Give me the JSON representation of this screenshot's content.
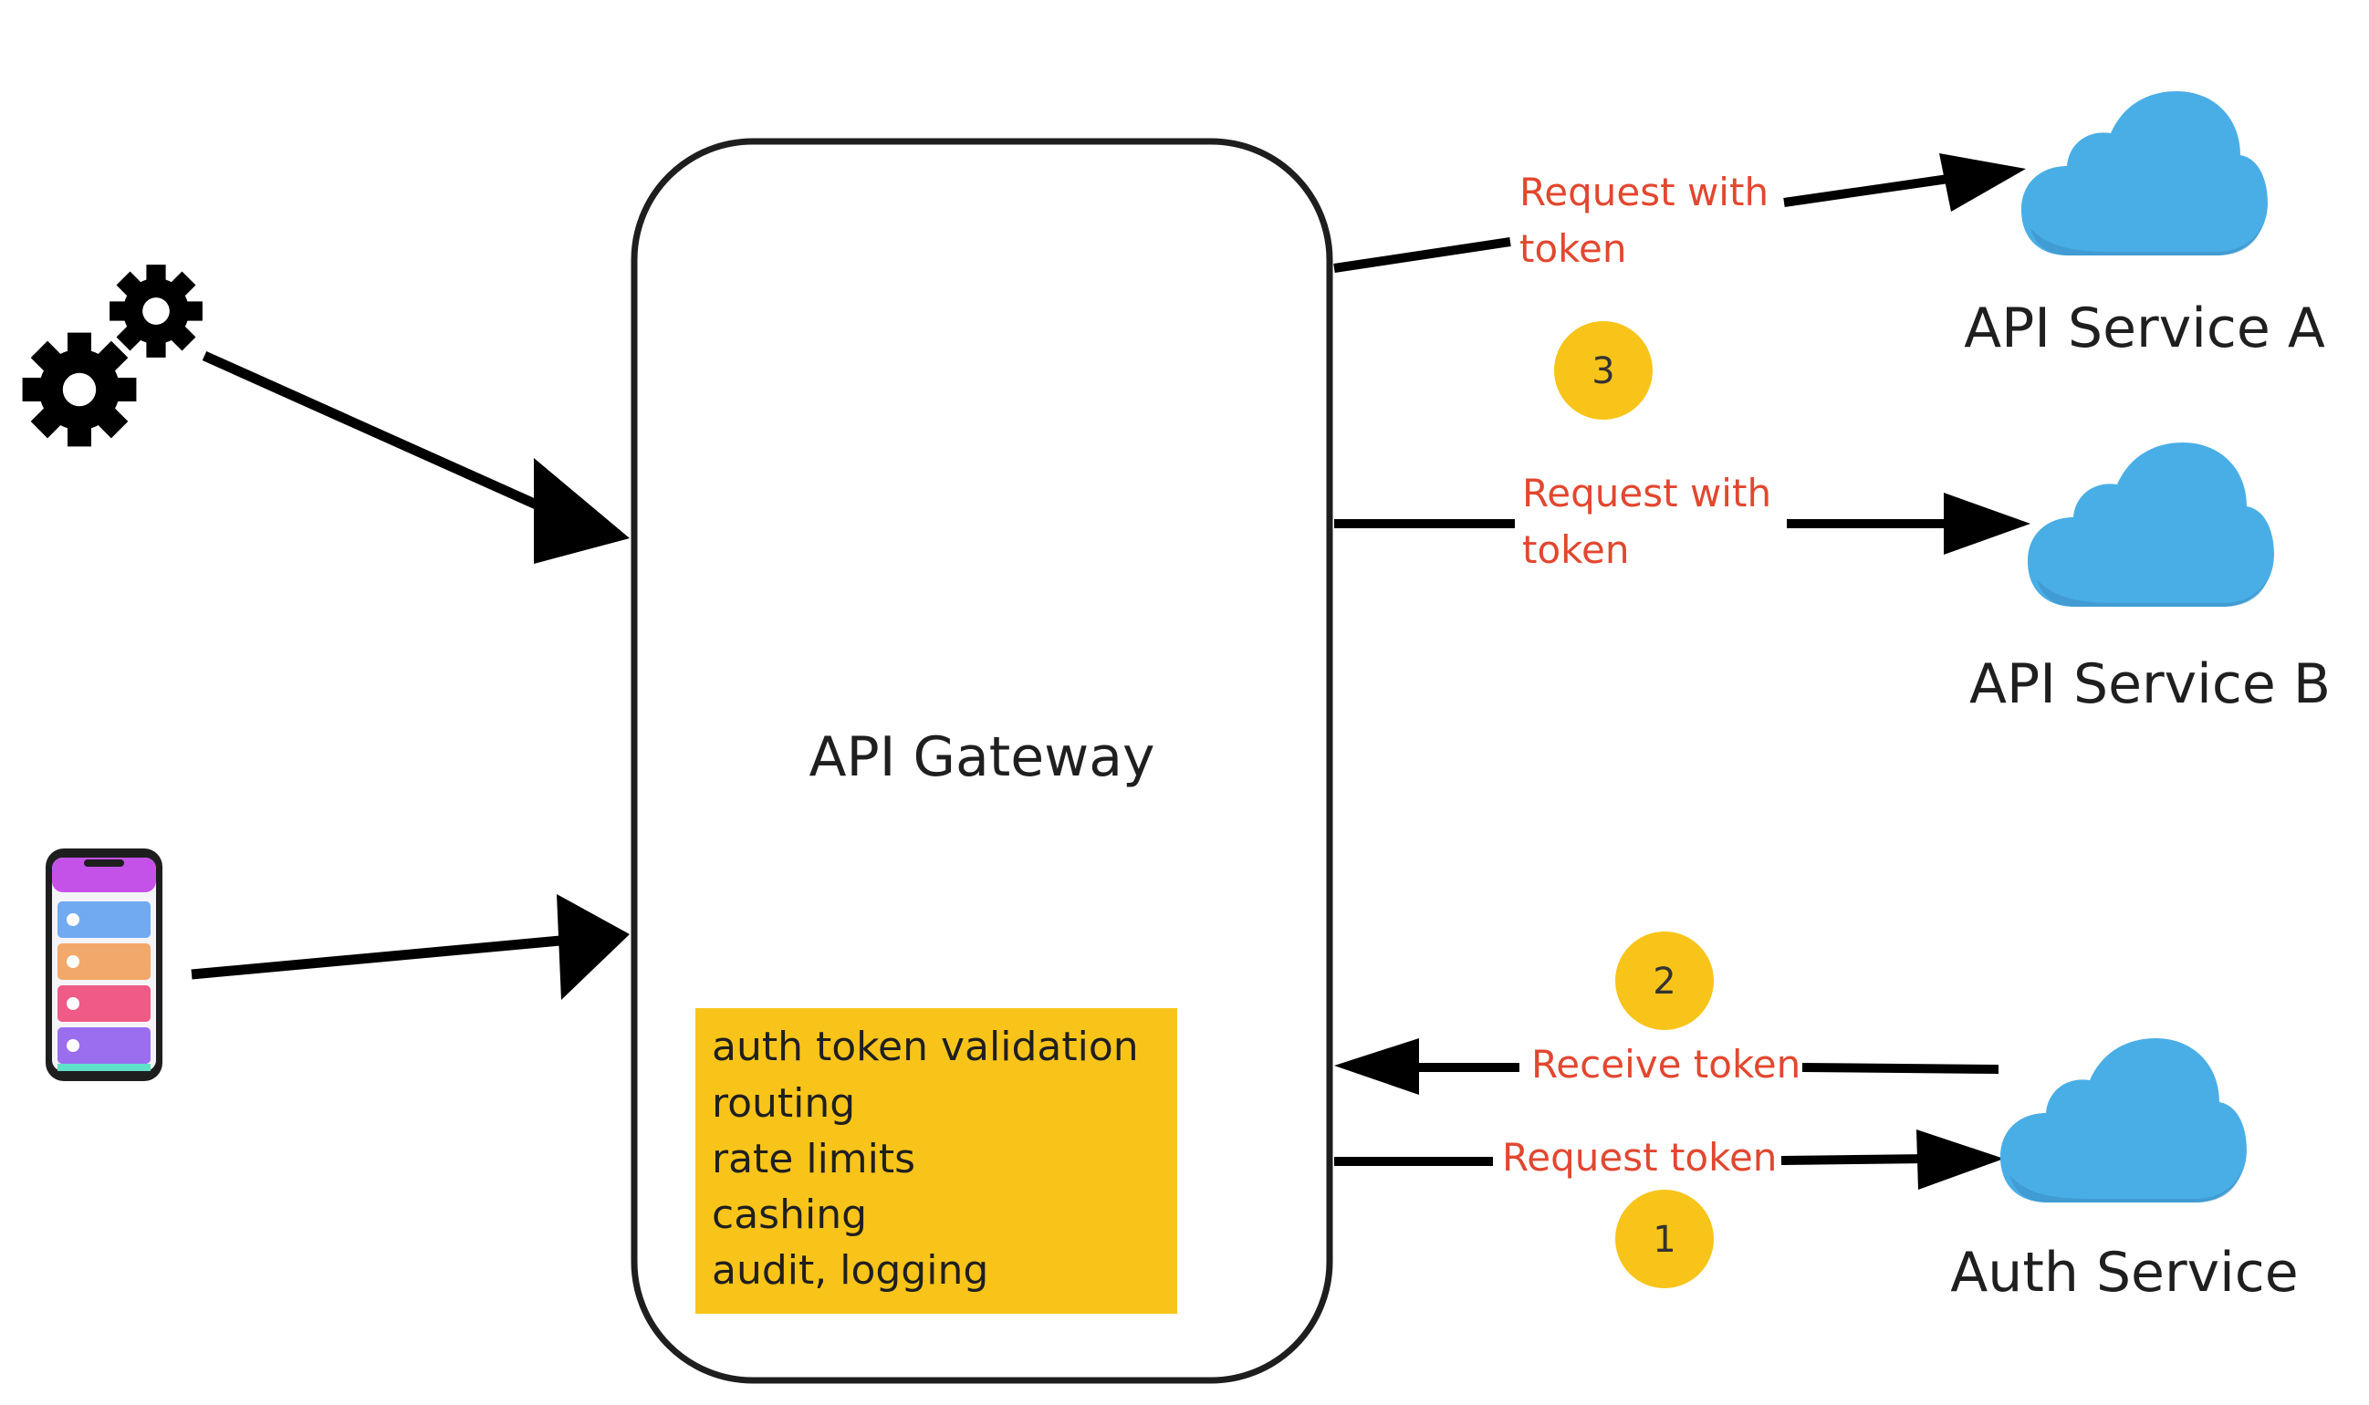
{
  "gateway": {
    "title": "API Gateway",
    "features": [
      "auth token validation",
      "routing",
      "rate limits",
      "cashing",
      "audit, logging"
    ],
    "feature_box_color": "#f8c41a"
  },
  "services": {
    "a": {
      "label": "API Service A",
      "icon": "cloud-icon"
    },
    "b": {
      "label": "API Service B",
      "icon": "cloud-icon"
    },
    "auth": {
      "label": "Auth Service",
      "icon": "cloud-icon"
    }
  },
  "clients": {
    "automation": {
      "icon": "gears-icon"
    },
    "mobile": {
      "icon": "mobile-phone-icon"
    }
  },
  "edges": {
    "to_service_a": {
      "label_line1": "Request with",
      "label_line2": "token"
    },
    "to_service_b": {
      "label_line1": "Request with",
      "label_line2": "token"
    },
    "receive_token": {
      "label": "Receive token"
    },
    "request_token": {
      "label": "Request token"
    }
  },
  "steps": {
    "one": "1",
    "two": "2",
    "three": "3"
  },
  "colors": {
    "edge_label": "#e2472f",
    "step_badge": "#f8c41a",
    "cloud": "#4aaee6",
    "arrow": "#000000"
  }
}
